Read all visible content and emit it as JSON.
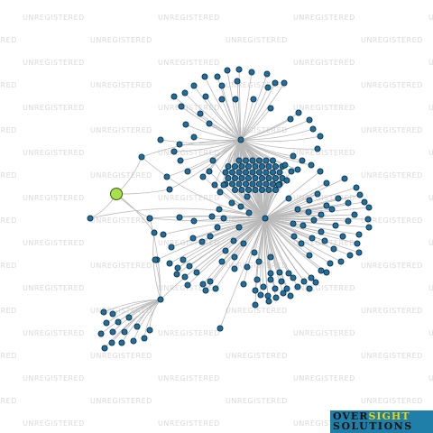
{
  "watermark": {
    "text": "UNREGISTERED"
  },
  "logo": {
    "word1": "OVER",
    "word2": "SIGHT",
    "word3": "SOLUTIONS"
  },
  "colors": {
    "background": "#ffffff",
    "edge": "#b9b9b9",
    "node_fill": "#1f6f9e",
    "node_stroke": "#0b2a3d",
    "focus_node_fill": "#a6e04a",
    "focus_node_stroke": "#3d5a12",
    "watermark": "#d9d9d9",
    "logo_bg": "#1f7fa8",
    "logo_accent": "#f2d400"
  },
  "network": {
    "description_kind": "force-directed network graph of companies and people",
    "focus_node": {
      "id": "focus"
    },
    "hub_nodes": [
      "hub-main",
      "hub-top",
      "hub-lower-left"
    ],
    "node_counts_estimate": {
      "total": 220
    }
  }
}
